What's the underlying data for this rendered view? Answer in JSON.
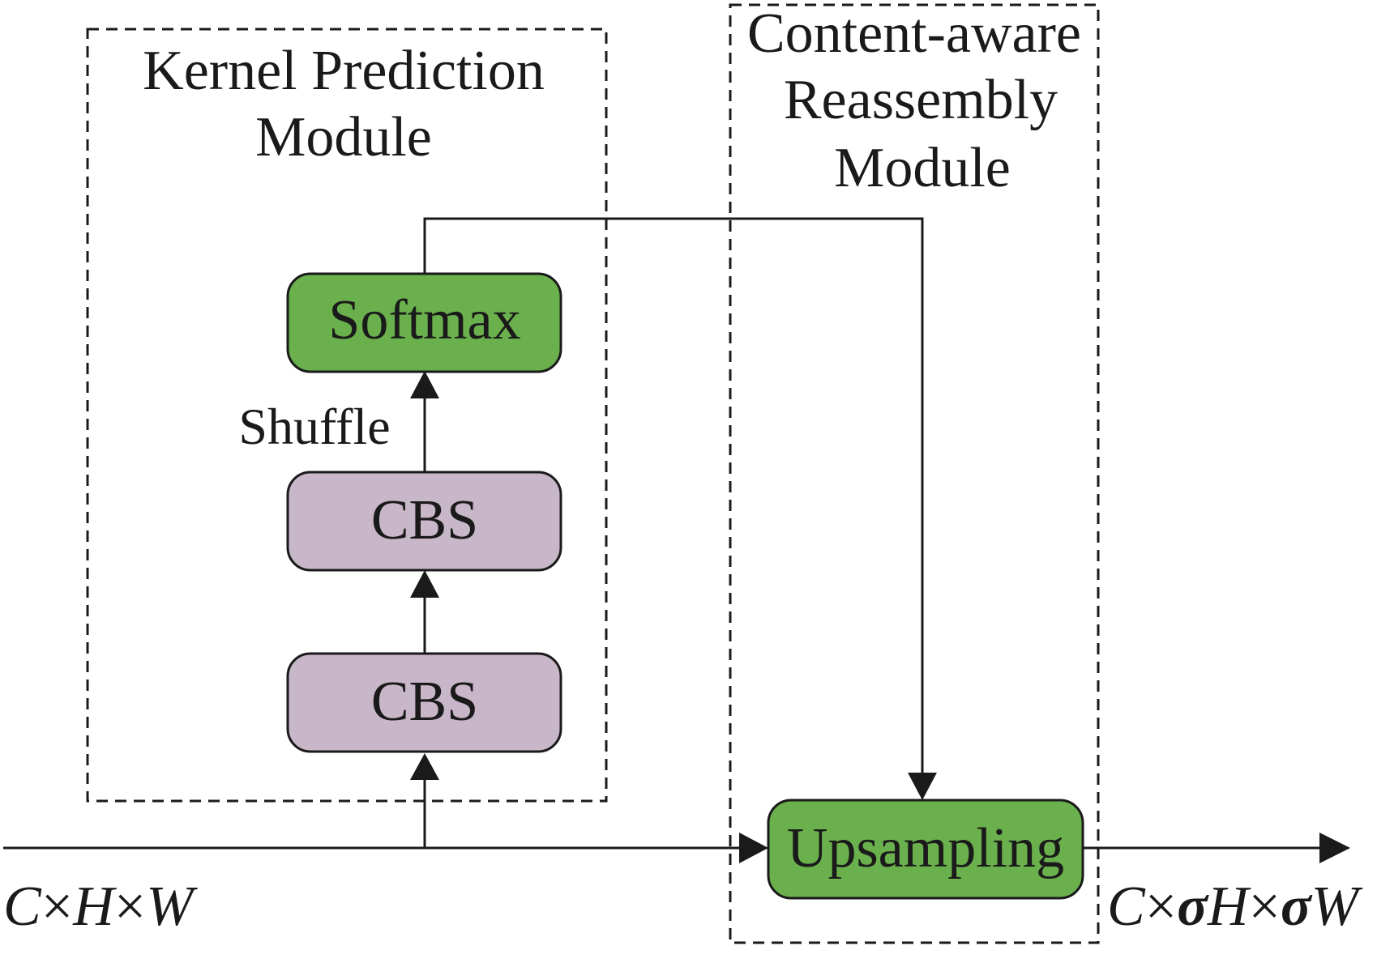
{
  "modules": {
    "kernel_prediction": {
      "title_line1": "Kernel Prediction",
      "title_line2": "Module"
    },
    "content_aware": {
      "title_line1": "Content-aware",
      "title_line2": "Reassembly",
      "title_line3": "Module"
    }
  },
  "blocks": {
    "softmax": "Softmax",
    "cbs_upper": "CBS",
    "cbs_lower": "CBS",
    "upsampling": "Upsampling"
  },
  "edge_labels": {
    "shuffle": "Shuffle"
  },
  "io": {
    "input_dims": {
      "c": "C",
      "times1": "×",
      "h": "H",
      "times2": "×",
      "w": "W"
    },
    "output_dims": {
      "c": "C",
      "times1": "×",
      "sigma1": "σ",
      "h": "H",
      "times2": "×",
      "sigma2": "σ",
      "w": "W"
    }
  },
  "colors": {
    "green_block": "#6ab04c",
    "purple_block": "#c8b6c9",
    "stroke": "#1a1a1a"
  }
}
